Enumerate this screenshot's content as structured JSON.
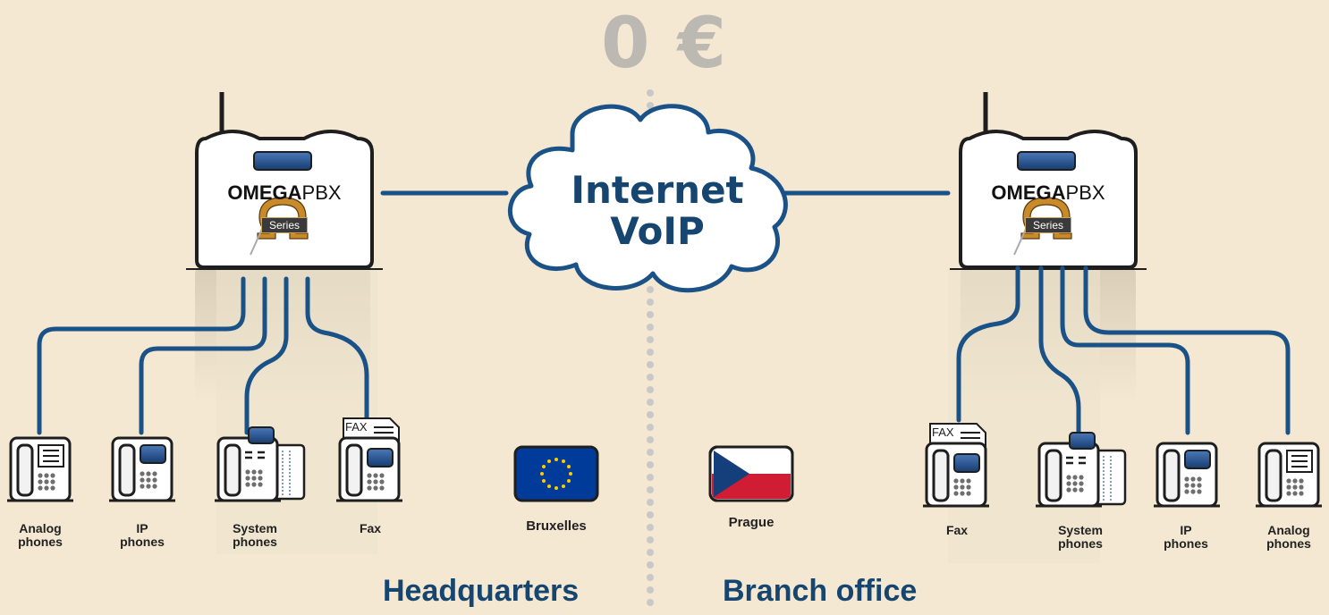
{
  "price": "0 €",
  "cloud": {
    "line1": "Internet",
    "line2": "VoIP"
  },
  "pbx": {
    "brand_bold": "OMEGA",
    "brand_rest": "PBX",
    "series": "Series"
  },
  "headquarters": {
    "title": "Headquarters",
    "city": "Bruxelles",
    "phones": [
      {
        "line1": "Analog",
        "line2": "phones"
      },
      {
        "line1": "IP",
        "line2": "phones"
      },
      {
        "line1": "System",
        "line2": "phones"
      },
      {
        "line1": "Fax",
        "line2": ""
      }
    ]
  },
  "branch": {
    "title": "Branch office",
    "city": "Prague",
    "phones": [
      {
        "line1": "Fax",
        "line2": ""
      },
      {
        "line1": "System",
        "line2": "phones"
      },
      {
        "line1": "IP",
        "line2": "phones"
      },
      {
        "line1": "Analog",
        "line2": "phones"
      }
    ]
  },
  "fax_paper": "FAX",
  "colors": {
    "background": "#f4e8d2",
    "cable": "#1a5288",
    "title_blue": "#16456f",
    "price_gray": "#bcb8b2",
    "eu_blue": "#003b99",
    "eu_star": "#ffcc00",
    "cz_red": "#d11d34",
    "cz_blue": "#143f7a"
  }
}
